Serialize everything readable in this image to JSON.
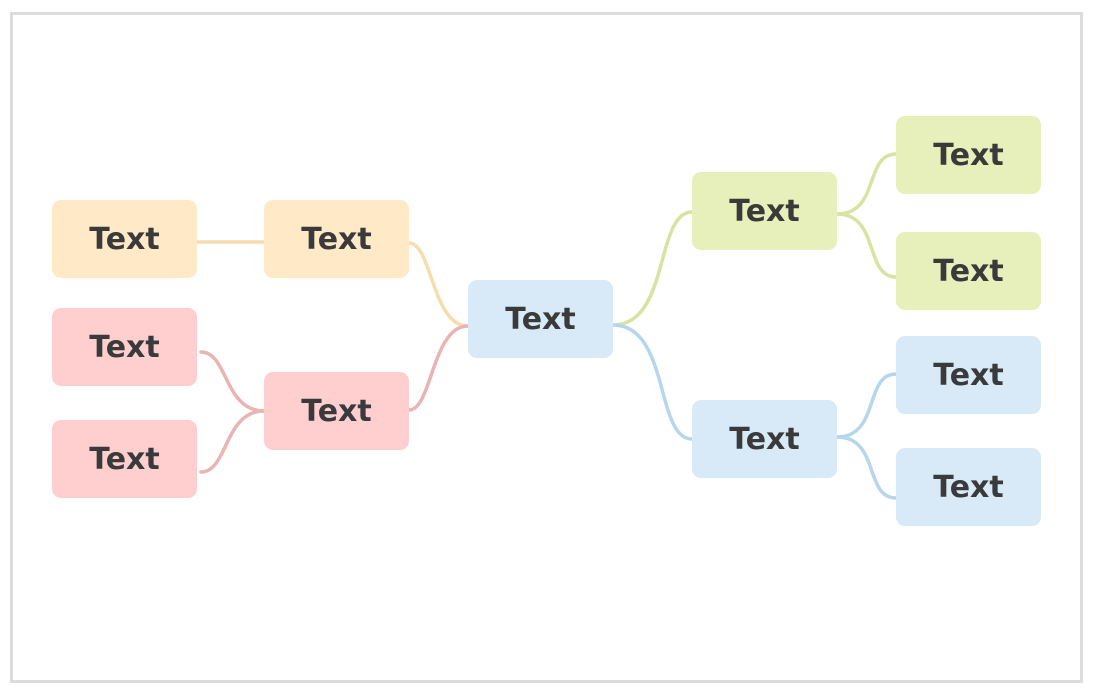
{
  "colors": {
    "orange_fill": "#ffe9c6",
    "orange_line": "#f6dcae",
    "red_fill": "#ffcfd0",
    "red_line": "#e9b4b4",
    "blue_fill": "#d8eaf7",
    "blue_line": "#b5d6eb",
    "green_fill": "#e7efba",
    "green_line": "#d8e3a2",
    "text": "#3a3a3a",
    "frame_border": "#dcdcdc"
  },
  "mindmap": {
    "root": "Text",
    "left": {
      "orange_branch": {
        "label": "Text",
        "children": [
          "Text"
        ]
      },
      "red_branch": {
        "label": "Text",
        "children": [
          "Text",
          "Text"
        ]
      }
    },
    "right": {
      "green_branch": {
        "label": "Text",
        "children": [
          "Text",
          "Text"
        ]
      },
      "blue_branch": {
        "label": "Text",
        "children": [
          "Text",
          "Text"
        ]
      }
    }
  }
}
